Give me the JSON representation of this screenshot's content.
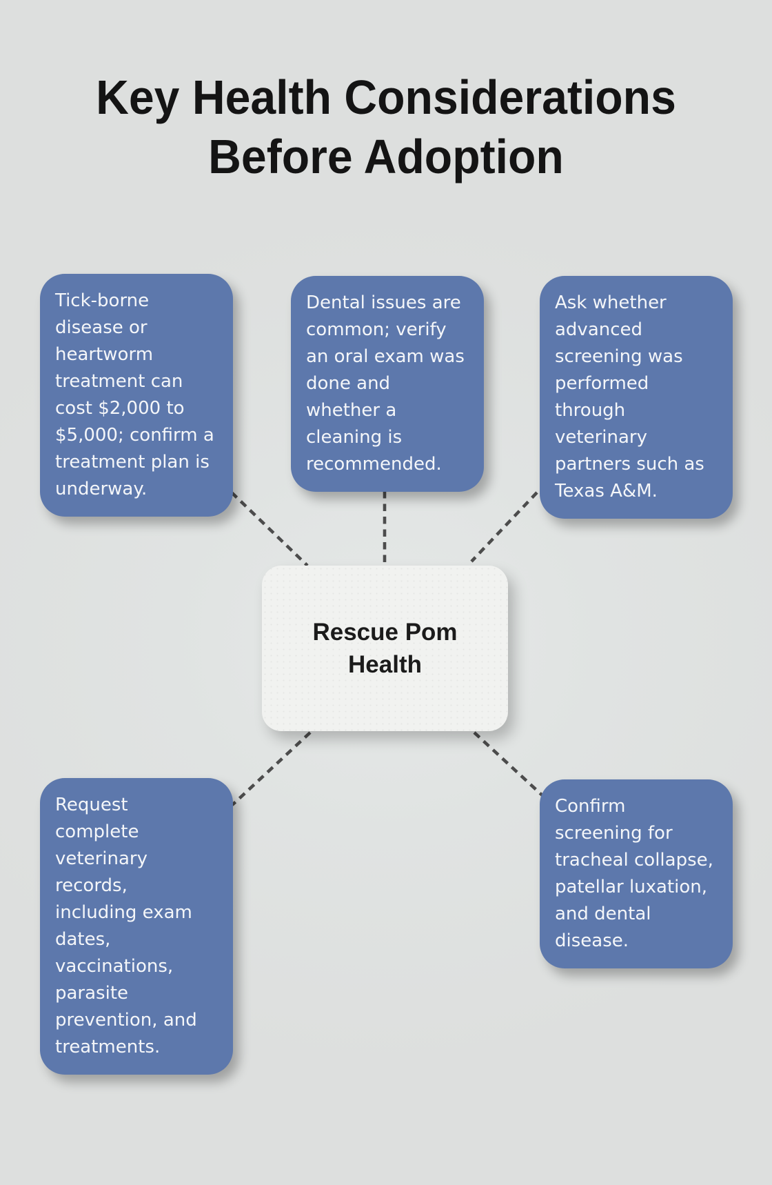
{
  "page": {
    "title": "Key Health Considerations\nBefore Adoption"
  },
  "center_node": {
    "label": "Rescue Pom\nHealth"
  },
  "consideration_boxes": [
    {
      "id": "treatment-cost",
      "text": "Tick-borne\ndisease or\nheartworm\ntreatment can\ncost $2,000 to\n$5,000; confirm a\ntreatment plan is\nunderway."
    },
    {
      "id": "dental-exam",
      "text": "Dental issues are\ncommon; verify\nan oral exam was\ndone and\nwhether a\ncleaning is\nrecommended."
    },
    {
      "id": "advanced-screening",
      "text": "Ask whether\nadvanced\nscreening was\nperformed\nthrough\nveterinary\npartners such as\nTexas A&M."
    },
    {
      "id": "vet-records",
      "text": "Request\ncomplete\nveterinary\nrecords,\nincluding exam\ndates,\nvaccinations,\nparasite\nprevention, and\ntreatments."
    },
    {
      "id": "condition-screening",
      "text": "Confirm\nscreening for\ntracheal collapse,\npatellar luxation,\nand dental\ndisease."
    }
  ],
  "palette": {
    "background": "#dfe2e1",
    "box_fill": "#5d78ac",
    "box_text": "#f4f6f9",
    "center_fill": "#f1f2f0",
    "center_text": "#1b1b1b",
    "connector": "#4c4c4c",
    "title_text": "#141414"
  }
}
